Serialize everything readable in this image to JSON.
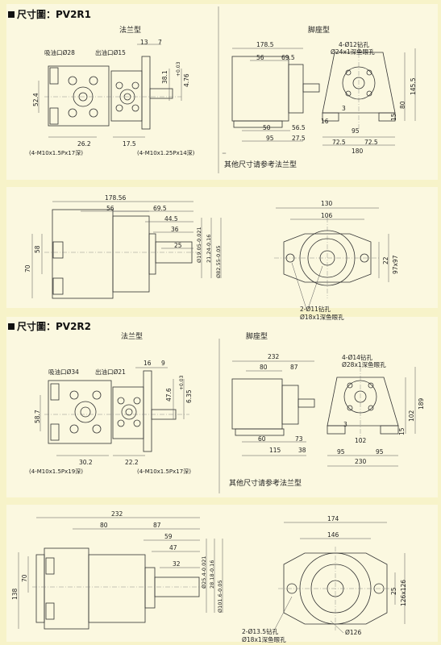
{
  "s1": {
    "title": "尺寸圖：PV2R1",
    "flange_label": "法兰型",
    "foot_label": "脚座型",
    "suction": "吸油口Ø28",
    "outlet": "出油口Ø15",
    "d13": "13",
    "d7": "7",
    "d524": "52.4",
    "d262": "26.2",
    "d175": "17.5",
    "d381": "38.1",
    "d476": "4.76",
    "tol": "+0.03",
    "note_l": "(4-M10x1.5Px17深)",
    "note_r": "(4-M10x1.25Px14深)",
    "f1785": "178.5",
    "f56": "56",
    "f695": "69.5",
    "f50": "50",
    "f565": "56.5",
    "f95": "95",
    "f275": "27.5",
    "f16": "16",
    "f3": "3",
    "holes": "4-Ø12钻孔",
    "spot": "Ø24x1深鱼眼孔",
    "v80": "80",
    "v1455": "145.5",
    "v95": "95",
    "h725a": "72.5",
    "h725b": "72.5",
    "h180": "180",
    "h95": "95",
    "v15": "15",
    "ref": "其他尺寸请参考法兰型"
  },
  "s2": {
    "w178": "178.56",
    "w56": "56",
    "w695": "69.5",
    "w445": "44.5",
    "w36": "36",
    "w25": "25",
    "v58": "58",
    "v70": "70",
    "s19": "Ø19.05-0.021",
    "s21": "21.24-0.16",
    "s82": "Ø82.55-0.05",
    "w130": "130",
    "w106": "106",
    "v22": "22",
    "v97": "97x97",
    "holes": "2-Ø11钻孔",
    "spot": "Ø18x1深鱼眼孔"
  },
  "s3": {
    "title": "尺寸圖：PV2R2",
    "flange_label": "法兰型",
    "foot_label": "脚座型",
    "suction": "吸油口Ø34",
    "outlet": "出油口Ø21",
    "d16": "16",
    "d9": "9",
    "d587": "58.7",
    "d302": "30.2",
    "d222": "22.2",
    "d476": "47.6",
    "d635": "6.35",
    "tol": "+0.03",
    "note_l": "(4-M10x1.5Px19深)",
    "note_r": "(4-M10x1.5Px17深)",
    "f232": "232",
    "f80": "80",
    "f87": "87",
    "f60": "60",
    "f73": "73",
    "f115": "115",
    "f38": "38",
    "f3": "3",
    "f102": "102",
    "holes": "4-Ø14钻孔",
    "spot": "Ø28x1深鱼眼孔",
    "v189": "189",
    "v102": "102",
    "v15": "15",
    "h95a": "95",
    "h95b": "95",
    "h230": "230",
    "ref": "其他尺寸请参考法兰型"
  },
  "s4": {
    "w232": "232",
    "w80": "80",
    "w87": "87",
    "w59": "59",
    "w47": "47",
    "w32": "32",
    "v70": "70",
    "v138": "138",
    "s25": "Ø25.4-0.021",
    "s28": "28.18-0.16",
    "s101": "Ø101.6-0.05",
    "w174": "174",
    "w146": "146",
    "v25": "25",
    "v126": "126x126",
    "holes": "2-Ø13.5钻孔",
    "spot": "Ø18x1深鱼眼孔",
    "d126": "Ø126"
  }
}
